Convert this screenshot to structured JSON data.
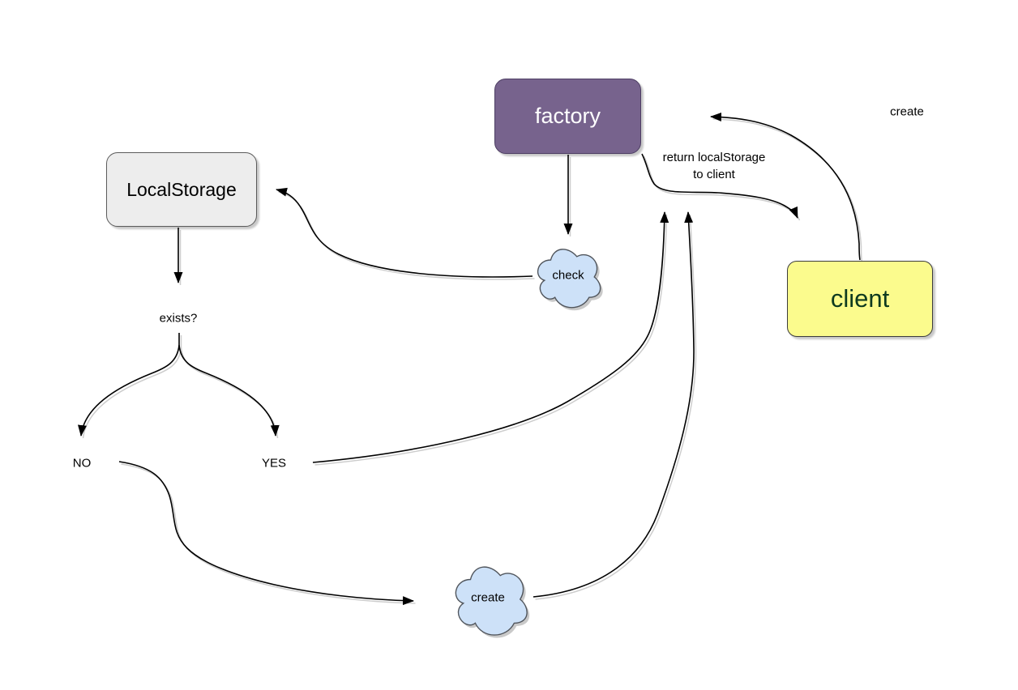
{
  "diagram": {
    "nodes": {
      "factory": {
        "label": "factory",
        "fill": "#77638D",
        "border": "#4D3E63",
        "text_color": "#ffffff"
      },
      "localstorage": {
        "label": "LocalStorage",
        "fill": "#EDEDED",
        "border": "#5B5B5B",
        "text_color": "#000000"
      },
      "client": {
        "label": "client",
        "fill": "#FBFB8D",
        "border": "#3C3C3C",
        "text_color": "#0E3A1F"
      },
      "check_cloud": {
        "label": "check",
        "fill": "#CDE1F8",
        "border": "#50555C",
        "text_color": "#000000"
      },
      "create_cloud": {
        "label": "create",
        "fill": "#CDE1F8",
        "border": "#50555C",
        "text_color": "#000000"
      }
    },
    "decision": {
      "question": "exists?",
      "no": "NO",
      "yes": "YES"
    },
    "edge_labels": {
      "create": "create",
      "return_to_client": "return localStorage\nto client"
    },
    "colors": {
      "background": "#ffffff",
      "edge": "#000000",
      "edge_shadow": "#cdcdcd",
      "node_shadow": "#c9c9c9"
    }
  }
}
